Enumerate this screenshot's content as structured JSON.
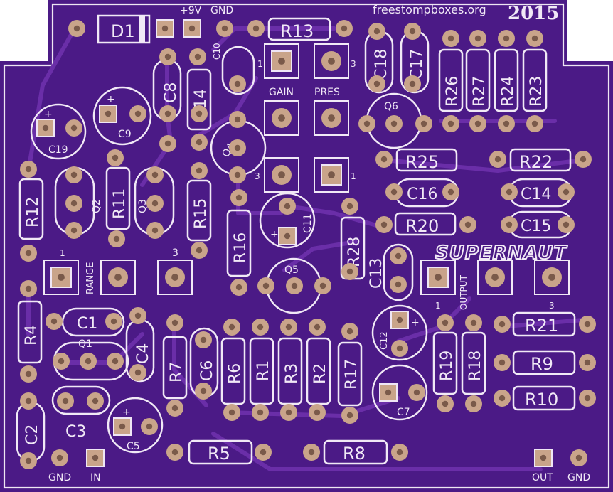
{
  "header": {
    "site": "freestompboxes.org",
    "year": "2015",
    "supply_plus": "+9V",
    "supply_gnd": "GND"
  },
  "logo": "SUPERNAUT",
  "pot_labels": {
    "gain": "GAIN",
    "pres": "PRES",
    "range": "RANGE",
    "output": "OUTPUT"
  },
  "pin_numbers": {
    "gain_1": "1",
    "gain_3": "3",
    "pres_3": "3",
    "pres_1": "1",
    "range_1": "1",
    "range_3": "3",
    "output_1": "1",
    "output_3": "3"
  },
  "jacks": {
    "in_gnd": "GND",
    "in": "IN",
    "out": "OUT",
    "out_gnd": "GND"
  },
  "components": {
    "D1": "D1",
    "R13": "R13",
    "R14": "R14",
    "R26": "R26",
    "R27": "R27",
    "R24": "R24",
    "R23": "R23",
    "R25": "R25",
    "R22": "R22",
    "R20": "R20",
    "R12": "R12",
    "R11": "R11",
    "R15": "R15",
    "R16": "R16",
    "R28": "R28",
    "R4": "R4",
    "R7": "R7",
    "R6": "R6",
    "R1": "R1",
    "R3": "R3",
    "R2": "R2",
    "R17": "R17",
    "R19": "R19",
    "R18": "R18",
    "R21": "R21",
    "R9": "R9",
    "R10": "R10",
    "R5": "R5",
    "R8": "R8",
    "C10": "C10",
    "C8": "C8",
    "C9": "C9",
    "C19": "C19",
    "C18": "C18",
    "C17": "C17",
    "C16": "C16",
    "C14": "C14",
    "C15": "C15",
    "C11": "C11",
    "C13": "C13",
    "C1": "C1",
    "C4": "C4",
    "C6": "C6",
    "C12": "C12",
    "C7": "C7",
    "C3": "C3",
    "C5": "C5",
    "C2": "C2",
    "Q1": "Q1",
    "Q2": "Q2",
    "Q3": "Q3",
    "Q4": "Q4",
    "Q5": "Q5",
    "Q6": "Q6"
  },
  "polarity": {
    "c9": "+",
    "c19": "+",
    "c11": "+",
    "c12": "+",
    "c7": "+",
    "c5": "+"
  },
  "colors": {
    "board": "#4b1a86",
    "silkscreen": "#f1e9f6",
    "pad": "#c9a48a",
    "trace": "#6a2ea8"
  }
}
